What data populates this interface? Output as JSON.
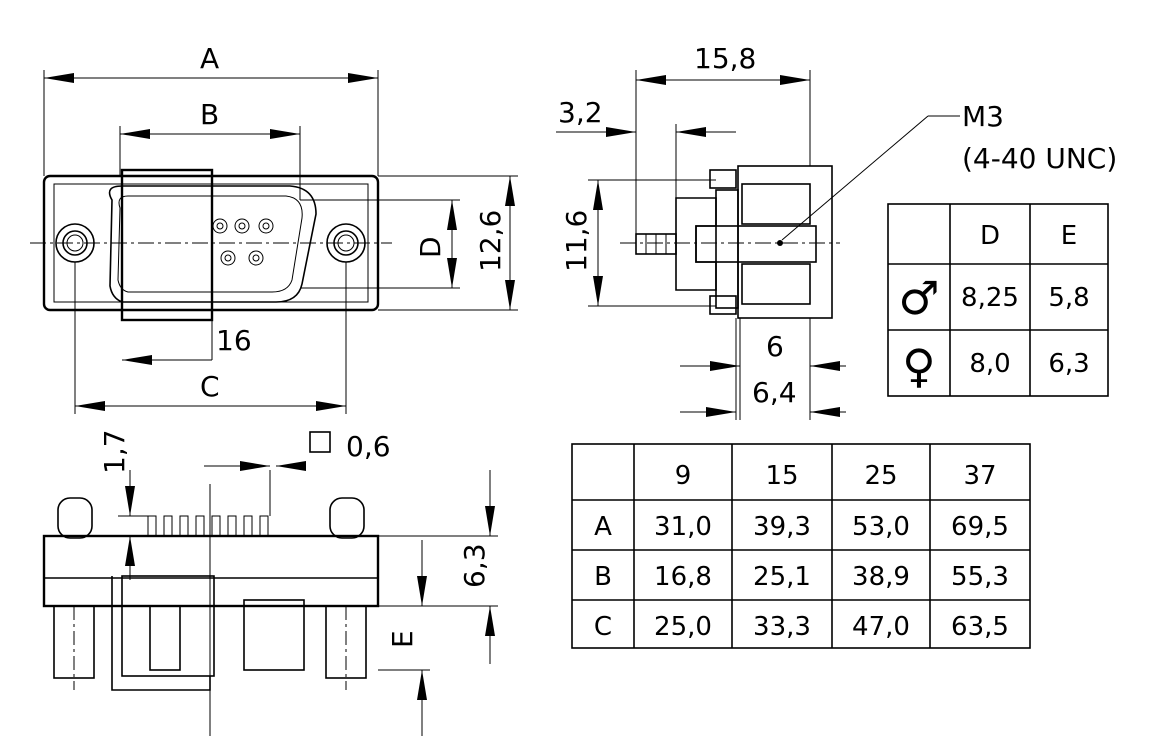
{
  "dimensions": {
    "A": "A",
    "B": "B",
    "C": "C",
    "D": "D",
    "E": "E",
    "h12_6": "12,6",
    "w16": "16",
    "w15_8": "15,8",
    "w3_2": "3,2",
    "h11_6": "11,6",
    "w6": "6",
    "w6_4": "6,4",
    "h1_7": "1,7",
    "sq0_6": "0,6",
    "h6_3": "6,3"
  },
  "thread": {
    "line1": "M3",
    "line2": "(4-40 UNC)"
  },
  "gender_table": {
    "headers": [
      "D",
      "E"
    ],
    "rows": [
      {
        "symbol": "♂",
        "icon": "male-symbol-icon",
        "values": [
          "8,25",
          "5,8"
        ]
      },
      {
        "symbol": "♀",
        "icon": "female-symbol-icon",
        "values": [
          "8,0",
          "6,3"
        ]
      }
    ]
  },
  "size_table": {
    "headers": [
      "9",
      "15",
      "25",
      "37"
    ],
    "rows": [
      {
        "label": "A",
        "values": [
          "31,0",
          "39,3",
          "53,0",
          "69,5"
        ]
      },
      {
        "label": "B",
        "values": [
          "16,8",
          "25,1",
          "38,9",
          "55,3"
        ]
      },
      {
        "label": "C",
        "values": [
          "25,0",
          "33,3",
          "47,0",
          "63,5"
        ]
      }
    ]
  }
}
